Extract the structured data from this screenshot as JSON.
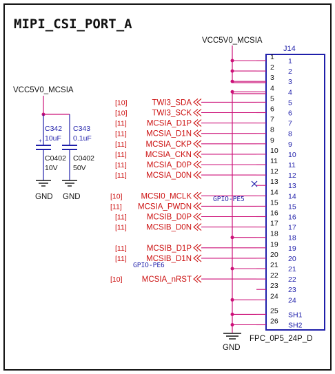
{
  "title": "MIPI_CSI_PORT_A",
  "connector": {
    "ref": "J14",
    "part": "FPC_0P5_24P_D",
    "pins": [
      {
        "left": "1",
        "right": "1"
      },
      {
        "left": "2",
        "right": "2"
      },
      {
        "left": "3",
        "right": "3"
      },
      {
        "left": "4",
        "right": "4"
      },
      {
        "left": "5",
        "right": "5"
      },
      {
        "left": "6",
        "right": "6"
      },
      {
        "left": "7",
        "right": "7"
      },
      {
        "left": "8",
        "right": "8"
      },
      {
        "left": "9",
        "right": "9"
      },
      {
        "left": "10",
        "right": "10"
      },
      {
        "left": "11",
        "right": "11"
      },
      {
        "left": "12",
        "right": "12"
      },
      {
        "left": "13",
        "right": "13"
      },
      {
        "left": "14",
        "right": "14"
      },
      {
        "left": "15",
        "right": "15"
      },
      {
        "left": "16",
        "right": "16"
      },
      {
        "left": "17",
        "right": "17"
      },
      {
        "left": "18",
        "right": "18"
      },
      {
        "left": "19",
        "right": "19"
      },
      {
        "left": "20",
        "right": "20"
      },
      {
        "left": "21",
        "right": "21"
      },
      {
        "left": "22",
        "right": "22"
      },
      {
        "left": "23",
        "right": "23"
      },
      {
        "left": "24",
        "right": "24"
      },
      {
        "left": "25",
        "right": "SH1"
      },
      {
        "left": "26",
        "right": "SH2"
      }
    ]
  },
  "power": {
    "connector_net": "VCC5V0_MCSIA",
    "cap_net": "VCC5V0_MCSIA"
  },
  "capacitors": [
    {
      "ref": "C342",
      "value": "10uF",
      "package": "C0402",
      "rating": "10V"
    },
    {
      "ref": "C343",
      "value": "0.1uF",
      "package": "C0402",
      "rating": "50V"
    }
  ],
  "ground_label": "GND",
  "signals": [
    {
      "tag": "[10]",
      "name": "TWI3_SDA"
    },
    {
      "tag": "[10]",
      "name": "TWI3_SCK"
    },
    {
      "tag": "[11]",
      "name": "MCSIA_D1P"
    },
    {
      "tag": "[11]",
      "name": "MCSIA_D1N"
    },
    {
      "tag": "[11]",
      "name": "MCSIA_CKP"
    },
    {
      "tag": "[11]",
      "name": "MCSIA_CKN"
    },
    {
      "tag": "[11]",
      "name": "MCSIA_D0P"
    },
    {
      "tag": "[11]",
      "name": "MCSIA_D0N"
    },
    {
      "tag": "[10]",
      "name": "MCSI0_MCLK"
    },
    {
      "tag": "[11]",
      "name": "MCSIA_PWDN"
    },
    {
      "tag": "[11]",
      "name": "MCSIB_D0P"
    },
    {
      "tag": "[11]",
      "name": "MCSIB_D0N"
    },
    {
      "tag": "[11]",
      "name": "MCSIB_D1P"
    },
    {
      "tag": "[11]",
      "name": "MCSIB_D1N"
    },
    {
      "tag": "[10]",
      "name": "MCSIA_nRST"
    }
  ],
  "gpio_labels": [
    "GPIO-PE5",
    "GPIO-PE6"
  ]
}
